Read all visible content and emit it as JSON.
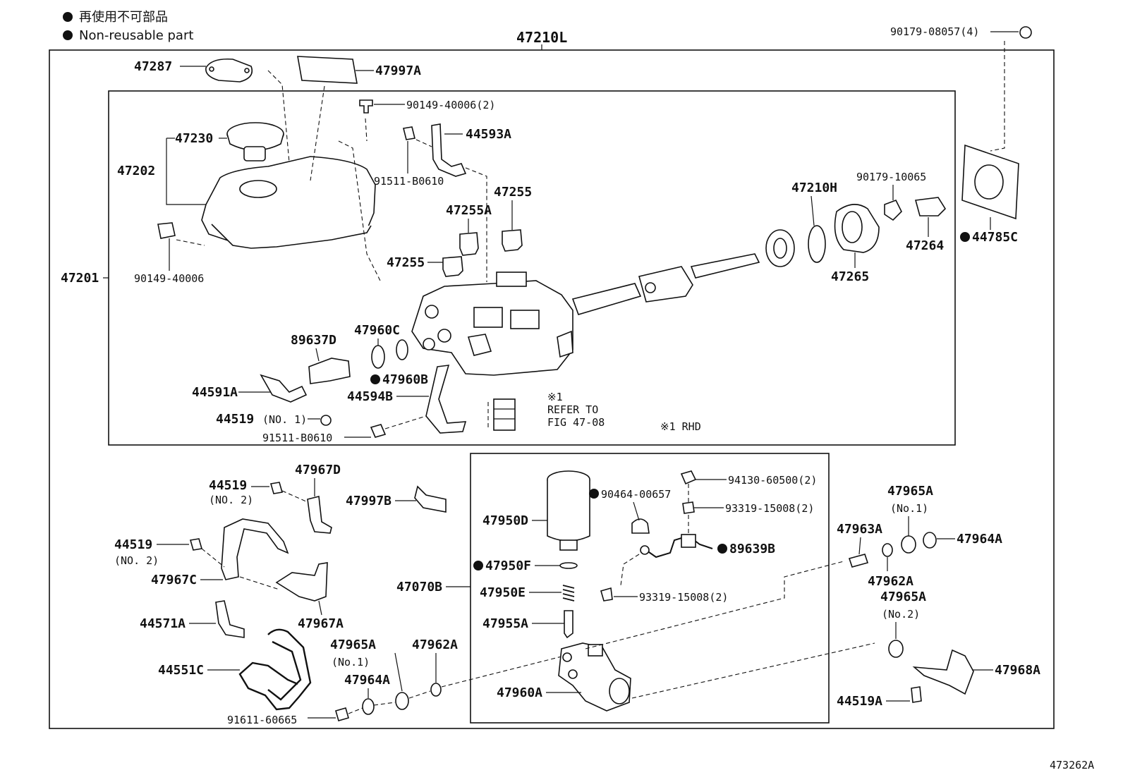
{
  "legend": {
    "jp": "再使用不可部品",
    "en": "Non-reusable part"
  },
  "assembly": "47210L",
  "figure_id": "473262A",
  "refer_note": [
    "※1",
    "REFER TO",
    "FIG 47-08"
  ],
  "rhd_note": "※1 RHD",
  "labels": {
    "p47287": "47287",
    "p47997A": "47997A",
    "p90179_08057": "90179-08057(4)",
    "p90149_40006_2": "90149-40006(2)",
    "p44593A": "44593A",
    "p47230": "47230",
    "p47202": "47202",
    "p91511_B0610a": "91511-B0610",
    "p47255a": "47255",
    "p47255A": "47255A",
    "p47210H": "47210H",
    "p90179_10065": "90179-10065",
    "p44785C": "44785C",
    "p47264": "47264",
    "p47265": "47265",
    "p90149_40006": "90149-40006",
    "p47201": "47201",
    "p47255b": "47255",
    "p89637D": "89637D",
    "p47960C": "47960C",
    "p47960B": "47960B",
    "p44591A": "44591A",
    "p44594B": "44594B",
    "p44519_no1": "44519",
    "p44519_no1_tag": "(NO. 1)",
    "p91511_B0610b": "91511-B0610",
    "p47967D": "47967D",
    "p44519_no2a": "44519",
    "p44519_no2a_tag": "(NO. 2)",
    "p47997B": "47997B",
    "p94130_60500": "94130-60500(2)",
    "p90464_00657": "90464-00657",
    "p93319_15008a": "93319-15008(2)",
    "p47950D": "47950D",
    "p47965A_no1a": "47965A",
    "p47965A_no1a_tag": "(No.1)",
    "p47963A": "47963A",
    "p47964A_a": "47964A",
    "p44519_no2b": "44519",
    "p44519_no2b_tag": "(NO. 2)",
    "p89639B": "89639B",
    "p47967C": "47967C",
    "p47950F": "47950F",
    "p47962A_a": "47962A",
    "p47070B": "47070B",
    "p47950E": "47950E",
    "p93319_15008b": "93319-15008(2)",
    "p47965A_no2": "47965A",
    "p47965A_no2_tag": "(No.2)",
    "p44571A": "44571A",
    "p47967A": "47967A",
    "p47955A": "47955A",
    "p47965A_no1b": "47965A",
    "p47965A_no1b_tag": "(No.1)",
    "p47962A_b": "47962A",
    "p44551C": "44551C",
    "p47964A_b": "47964A",
    "p47968A": "47968A",
    "p47960A": "47960A",
    "p44519A": "44519A",
    "p91611_60665": "91611-60665"
  }
}
